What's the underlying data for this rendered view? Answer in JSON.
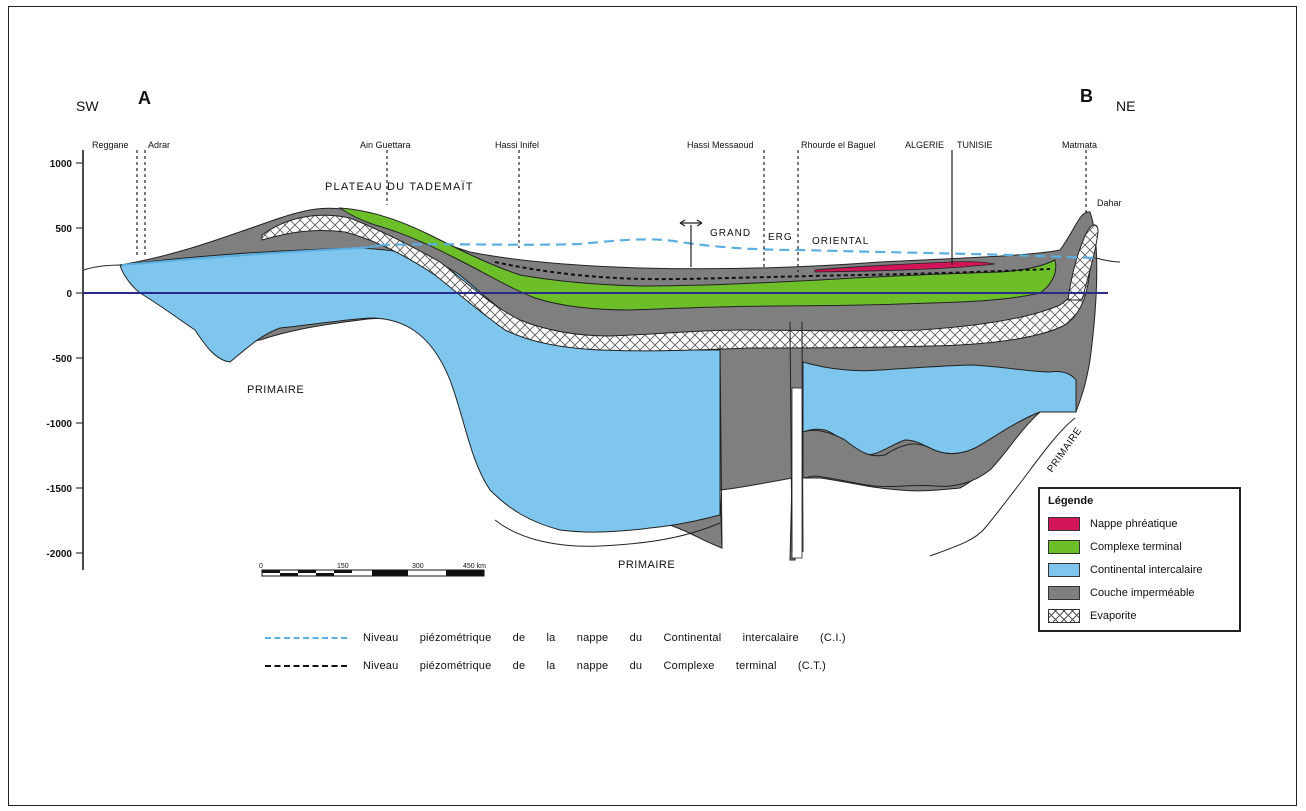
{
  "section": {
    "point_a": "A",
    "point_b": "B",
    "dir_sw": "SW",
    "dir_ne": "NE"
  },
  "y_axis": {
    "ticks": [
      "1000",
      "500",
      "0",
      "-500",
      "-1000",
      "-1500",
      "-2000"
    ]
  },
  "localities": [
    "Reggane",
    "Adrar",
    "Ain Guettara",
    "Hassi Inifel",
    "Hassi Messaoud",
    "Rhourde el Baguel",
    "ALGERIE",
    "TUNISIE",
    "Matmata"
  ],
  "labels": {
    "plateau": "PLATEAU DU TADEMAÏT",
    "grand": "GRAND",
    "erg": "ERG",
    "oriental": "ORIENTAL",
    "dahar": "Dahar",
    "primaire_left": "PRIMAIRE",
    "primaire_bottom": "PRIMAIRE",
    "primaire_right": "PRIMAIRE"
  },
  "scale_bar": {
    "ticks": [
      "0",
      "150",
      "300",
      "450 km"
    ]
  },
  "piezometric": [
    {
      "text": "Niveau piézométrique de la nappe du Continental intercalaire (C.I.)",
      "color": "#5aaee0",
      "style": "dashed"
    },
    {
      "text": "Niveau piézométrique de la nappe du Complexe terminal (C.T.)",
      "color": "#111111",
      "style": "dotted"
    }
  ],
  "legend": {
    "title": "Légende",
    "items": [
      {
        "label": "Nappe phréatique",
        "color": "#d4145a"
      },
      {
        "label": "Complexe terminal",
        "color": "#6dbf2a"
      },
      {
        "label": "Continental intercalaire",
        "color": "#7ec6ee"
      },
      {
        "label": "Couche imperméable",
        "color": "#7f7f7f"
      },
      {
        "label": "Evaporite",
        "color": "#ffffff"
      }
    ]
  }
}
